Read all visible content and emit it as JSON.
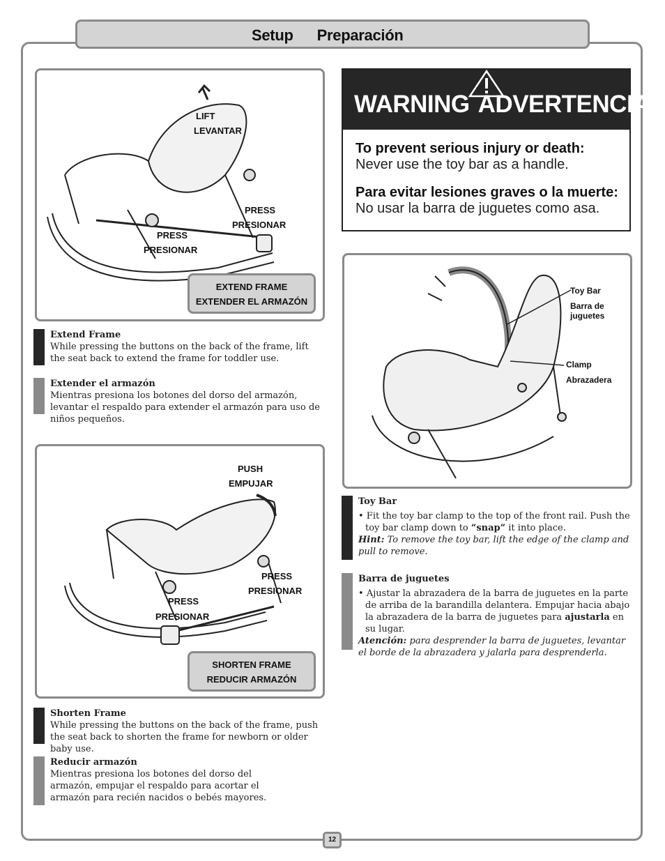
{
  "header": {
    "setup": "Setup",
    "preparacion": "Preparación"
  },
  "panel1": {
    "lift": "LIFT",
    "levantar": "LEVANTAR",
    "press_right": "PRESS",
    "presionar_right": "PRESIONAR",
    "press_left": "PRESS",
    "presionar_left": "PRESIONAR",
    "callout_en": "EXTEND FRAME",
    "callout_es": "EXTENDER EL ARMAZÓN"
  },
  "extend_en": {
    "title": "Extend Frame",
    "body": "While pressing the buttons on the back of the frame, lift the seat back to extend the frame for toddler use."
  },
  "extend_es": {
    "title": "Extender el armazón",
    "body": "Mientras presiona los botones del dorso del armazón, levantar el respaldo para extender el armazón para uso de niños pequeños."
  },
  "panel2": {
    "push": "PUSH",
    "empujar": "EMPUJAR",
    "press_right": "PRESS",
    "presionar_right": "PRESIONAR",
    "press_left": "PRESS",
    "presionar_left": "PRESIONAR",
    "callout_en": "SHORTEN FRAME",
    "callout_es": "REDUCIR ARMAZÓN"
  },
  "shorten_en": {
    "title": "Shorten Frame",
    "body": "While pressing the buttons on the back of the frame, push the seat back to shorten the frame for newborn or older baby use."
  },
  "shorten_es": {
    "title": "Reducir armazón",
    "body": "Mientras presiona los botones del dorso del armazón, empujar el respaldo para acortar el armazón para recién nacidos o bebés mayores."
  },
  "warning": {
    "title_en": "WARNING",
    "title_es": "ADVERTENCIA",
    "en_bold": "To prevent serious injury or death:",
    "en_text": " Never use the toy bar as a handle.",
    "es_bold": "Para evitar lesiones graves o la muerte:",
    "es_text": " No usar la barra de juguetes como asa."
  },
  "panel3": {
    "toy_bar": "Toy Bar",
    "barra_de": "Barra de",
    "juguetes": "juguetes",
    "clamp": "Clamp",
    "abrazadera": "Abrazadera"
  },
  "toybar_en": {
    "title": "Toy Bar",
    "bullet_pre": "• Fit the toy bar clamp to the top of the front rail. Push the toy bar clamp down to ",
    "bullet_bold": "“snap”",
    "bullet_post": " it into place.",
    "hint_label": "Hint:",
    "hint_text": " To remove the toy bar, lift the edge of the clamp and pull to remove."
  },
  "toybar_es": {
    "title": "Barra de juguetes",
    "bullet_pre": "• Ajustar la abrazadera de la barra de juguetes en la parte de arriba de la barandilla delantera. Empujar hacia abajo la abrazadera de la barra de juguetes para ",
    "bullet_bold": "ajustarla",
    "bullet_post": " en su lugar.",
    "hint_label": "Atención:",
    "hint_text": " para desprender la barra de juguetes, levantar el borde de la abrazadera y jalarla para desprenderla."
  },
  "page_number": "12"
}
